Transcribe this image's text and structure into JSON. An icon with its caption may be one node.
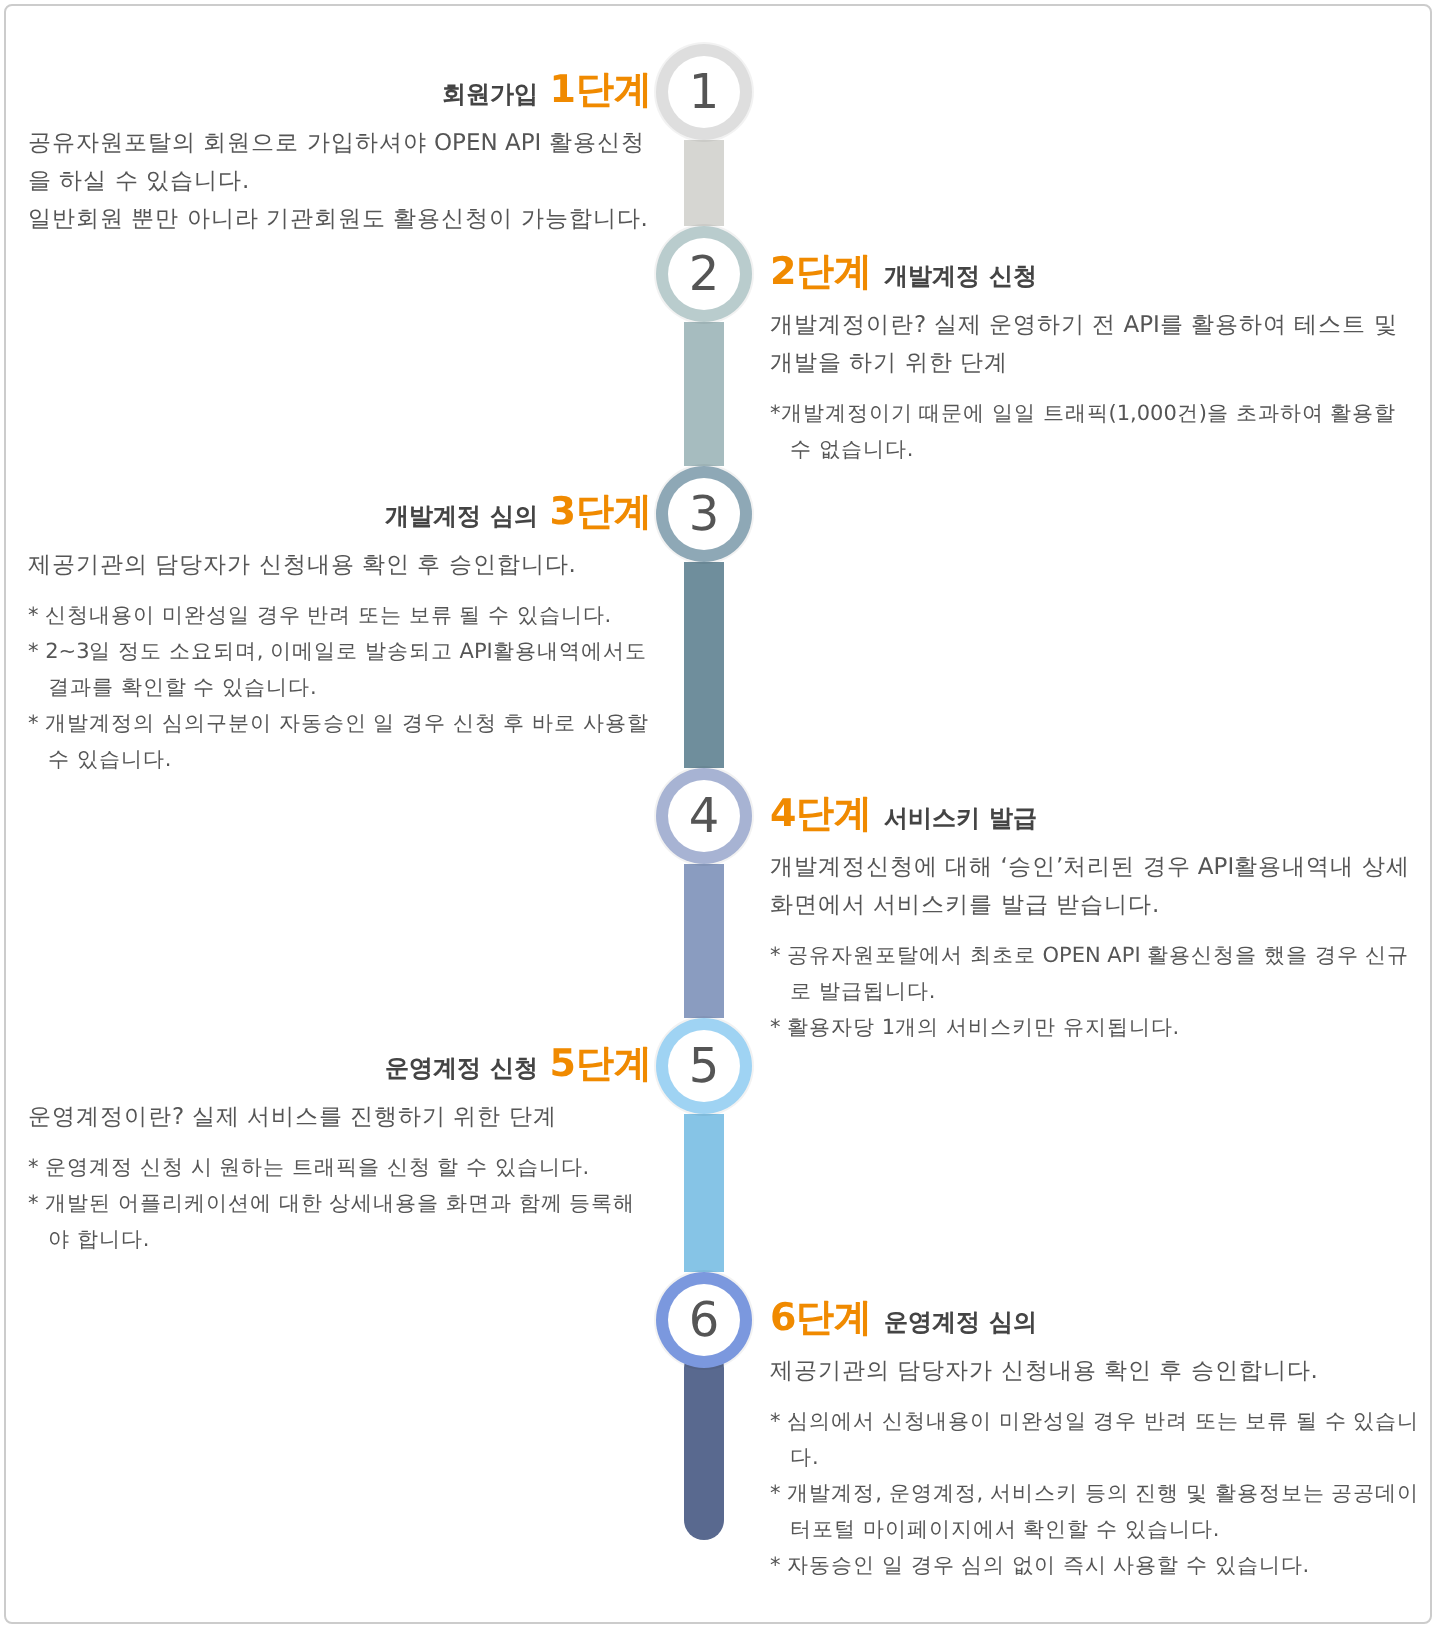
{
  "diagram": {
    "nodes": [
      {
        "text": [
          "1"
        ],
        "beside": [
          "회원가입",
          "1단계",
          "공유자원포탈의 회원으로 가입하셔야 OPEN API 활용신청을 하실 수 있습니다.",
          "일반회원 뿐만 아니라 기관회원도 활용신청이 가능합니다."
        ]
      },
      {
        "text": [
          "2"
        ],
        "beside": [
          "개발계정 신청",
          "2단계",
          "개발계정이란? 실제 운영하기 전 API를 활용하여 테스트 및 개발을 하기 위한 단계",
          "*개발계정이기 때문에 일일 트래픽(1,000건)을 초과하여 활용할 수 없습니다."
        ]
      },
      {
        "text": [
          "3"
        ],
        "beside": [
          "개발계정 심의",
          "3단계",
          "제공기관의 담당자가 신청내용 확인 후 승인합니다.",
          "* 신청내용이 미완성일 경우 반려 또는 보류 될 수 있습니다.",
          "* 2~3일 정도 소요되며, 이메일로 발송되고 API활용내역에서도 결과를 확인할 수 있습니다.",
          "* 개발계정의 심의구분이 자동승인 일 경우 신청 후 바로 사용할 수 있습니다."
        ]
      },
      {
        "text": [
          "4"
        ],
        "beside": [
          "서비스키 발급",
          "4단계",
          "개발계정신청에 대해 ‘승인’처리된 경우 API활용내역내 상세화면에서 서비스키를 발급 받습니다.",
          "* 공유자원포탈에서 최초로 OPEN API 활용신청을 했을 경우 신규로 발급됩니다.",
          "* 활용자당 1개의 서비스키만 유지됩니다."
        ]
      },
      {
        "text": [
          "5"
        ],
        "beside": [
          "운영계정 신청",
          "5단계",
          "운영계정이란? 실제 서비스를 진행하기 위한 단계",
          "* 운영계정 신청 시 원하는 트래픽을 신청 할 수 있습니다.",
          "* 개발된 어플리케이션에 대한 상세내용을 화면과 함께 등록해야 합니다."
        ]
      },
      {
        "text": [
          "6"
        ],
        "beside": [
          "운영계정 심의",
          "6단계",
          "제공기관의 담당자가 신청내용 확인 후 승인합니다.",
          "* 심의에서 신청내용이 미완성일 경우 반려 또는 보류 될 수 있습니다.",
          "* 개발계정, 운영계정, 서비스키 등의 진행 및 활용정보는 공공데이터포털 마이페이지에서 확인할 수 있습니다.",
          "* 자동승인 일 경우 심의 없이 즉시 사용할 수 있습니다."
        ]
      }
    ],
    "edges": [
      {
        "from": 0,
        "to": 1,
        "arrow": "none",
        "color": "#d6d6d2"
      },
      {
        "from": 1,
        "to": 2,
        "arrow": "none",
        "color": "#a6bcbf"
      },
      {
        "from": 2,
        "to": 3,
        "arrow": "none",
        "color": "#6f8e9c"
      },
      {
        "from": 3,
        "to": 4,
        "arrow": "none",
        "color": "#8a9cc0"
      },
      {
        "from": 4,
        "to": 5,
        "arrow": "none",
        "color": "#86c4e6"
      }
    ]
  }
}
